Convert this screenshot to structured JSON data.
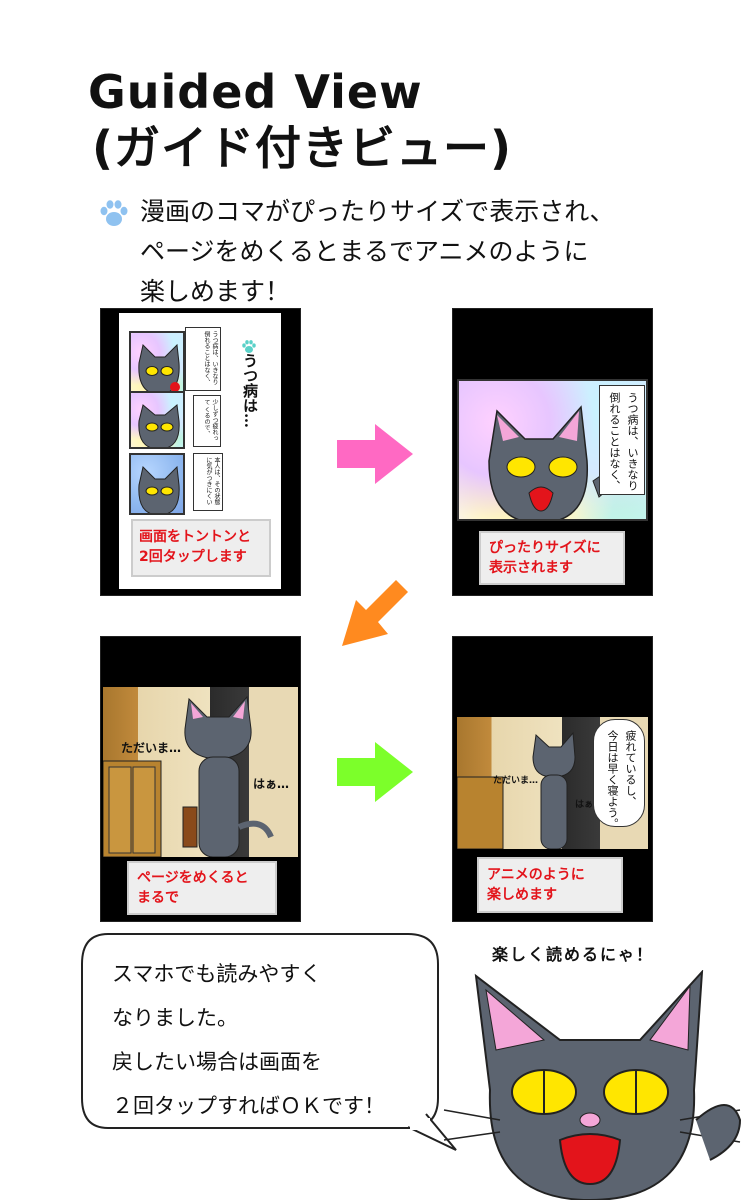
{
  "header": {
    "title_line1": "Guided View",
    "title_line2": "(ガイド付きビュー)"
  },
  "intro": {
    "line1": "漫画のコマがぴったりサイズで表示され、",
    "line2": "ページをめくるとまるでアニメのように",
    "line3": "楽しめます！"
  },
  "steps": {
    "step1": {
      "caption_line1": "画面をトントンと",
      "caption_line2": "2回タップします",
      "vertical_title": "うつ病は…",
      "balloon1": "うつ病は、いきなり倒れることはなく、",
      "balloon2": "少しずつ疲れって くるので、",
      "balloon3": "本人は、その状態に気がつきにくい"
    },
    "step2": {
      "caption_line1": "ぴったりサイズに",
      "caption_line2": "表示されます",
      "balloon_line1": "うつ病は、いきなり",
      "balloon_line2": "倒れることはなく、"
    },
    "step3": {
      "caption_line1": "ページをめくると",
      "caption_line2": "まるで",
      "sfx1": "ただいま…",
      "sfx2": "はぁ…"
    },
    "step4": {
      "caption_line1": "アニメのように",
      "caption_line2": "楽しめます",
      "sfx1": "ただいま…",
      "sfx2": "はぁ…",
      "balloon_line1": "疲れているし、",
      "balloon_line2": "今日は早く寝よう。"
    }
  },
  "bubble": {
    "line1": "スマホでも読みやすく",
    "line2": "なりました。",
    "line3": "戻したい場合は画面を",
    "line4": "２回タップすればＯＫです！"
  },
  "cat_speech": "楽しく読めるにゃ！",
  "colors": {
    "accent_red": "#e3141b",
    "arrow_pink": "#ff69c3",
    "arrow_orange": "#ff8a1f",
    "arrow_green": "#7cff2a",
    "paw_blue": "#8fc2f0",
    "cat_gray": "#5c6470"
  }
}
